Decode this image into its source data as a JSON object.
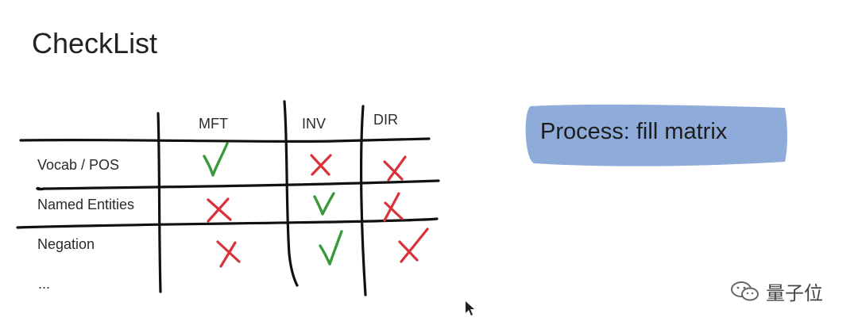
{
  "slide": {
    "title": "CheckList"
  },
  "matrix": {
    "columns": [
      "MFT",
      "INV",
      "DIR"
    ],
    "rows": [
      "Vocab / POS",
      "Named Entities",
      "Negation",
      "..."
    ],
    "cells": [
      [
        "check",
        "cross",
        "cross"
      ],
      [
        "cross",
        "check",
        "cross"
      ],
      [
        "cross",
        "check",
        "cross"
      ]
    ]
  },
  "callout": {
    "text": "Process: fill matrix"
  },
  "watermark": {
    "text": "量子位",
    "icon": "wechat-icon"
  },
  "colors": {
    "check": "#3a9a3a",
    "cross": "#d8323a",
    "callout": "#8eabd9",
    "ink": "#111111"
  }
}
